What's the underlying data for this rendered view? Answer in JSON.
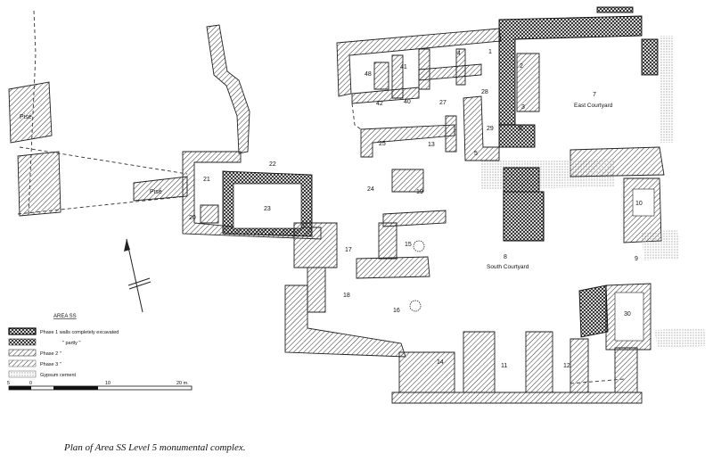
{
  "caption": "Plan of Area SS Level 5 monumental complex.",
  "legend": {
    "title": "AREA SS",
    "items": [
      {
        "label": "Phase 1 walls completely excavated",
        "pattern": "solid-cross"
      },
      {
        "label": "\" partly \"",
        "pattern": "cross"
      },
      {
        "label": "Phase 2 \"",
        "pattern": "hatch"
      },
      {
        "label": "Phase 3 \"",
        "pattern": "hatch-light"
      },
      {
        "label": "Gypsum cement",
        "pattern": "dots"
      }
    ]
  },
  "scale": {
    "ticks": [
      "5",
      "0",
      "10",
      "20 m."
    ]
  },
  "pise": [
    "Pisé",
    "Pisé"
  ],
  "courtyards": {
    "east": "East Courtyard",
    "south": "South Courtyard"
  },
  "rooms": {
    "r1": "1",
    "r2": "2",
    "r3": "3",
    "r4": "4",
    "r5": "5",
    "r6": "6",
    "r7": "7",
    "r8": "8",
    "r9": "9",
    "r10": "10",
    "r11": "11",
    "r12": "12",
    "r13": "13",
    "r14": "14",
    "r15": "15",
    "r16": "16",
    "r17": "17",
    "r18": "18",
    "r19": "19",
    "r20": "20",
    "r21": "21",
    "r22": "22",
    "r23": "23",
    "r24": "24",
    "r25": "25",
    "r27": "27",
    "r28": "28",
    "r29": "29",
    "r30": "30",
    "r40": "40",
    "r41": "41",
    "r42": "42",
    "r48": "48"
  },
  "north_arrow": "north-arrow"
}
